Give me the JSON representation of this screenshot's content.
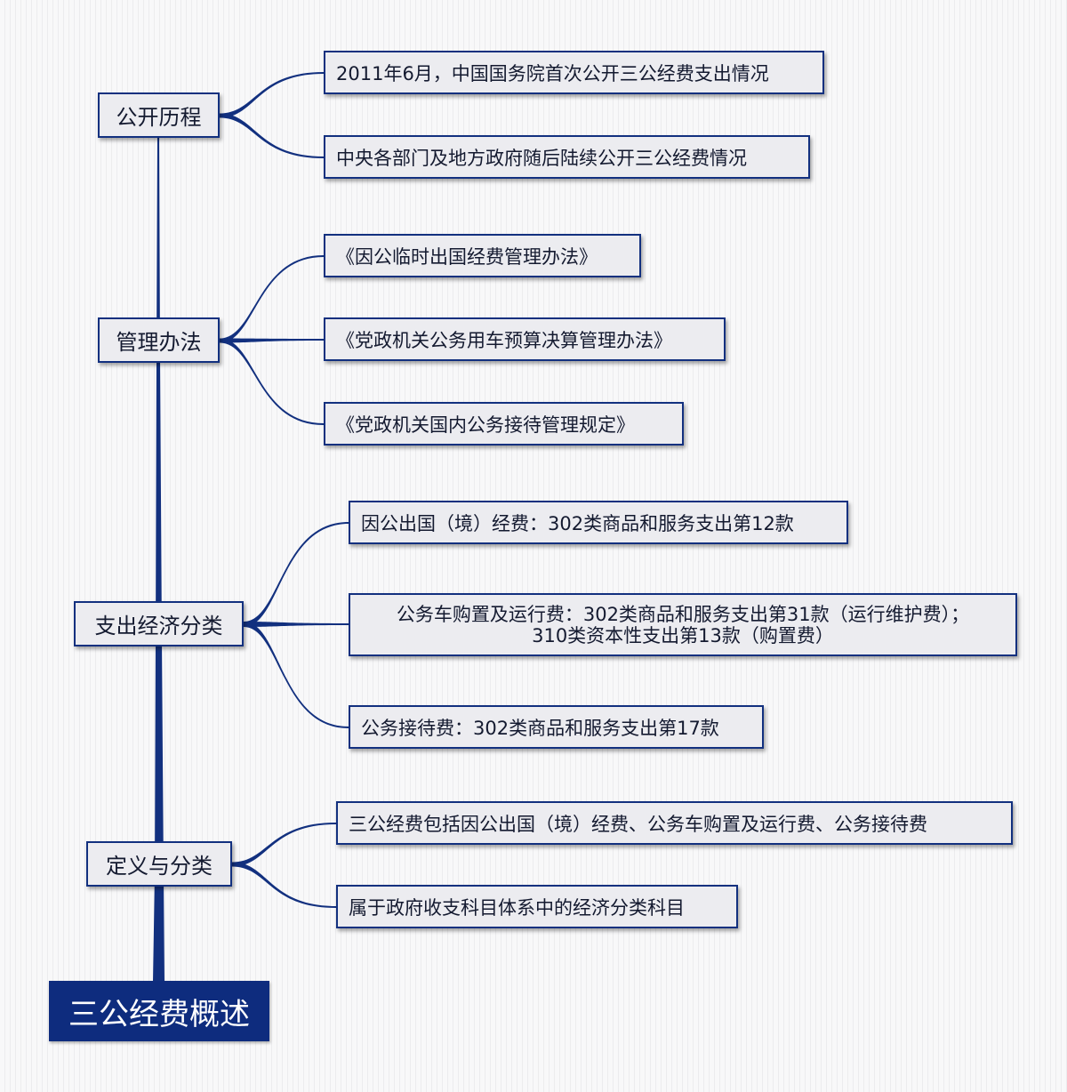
{
  "root": {
    "label": "三公经费概述"
  },
  "branches": [
    {
      "label": "公开历程",
      "children": [
        "2011年6月，中国国务院首次公开三公经费支出情况",
        "中央各部门及地方政府随后陆续公开三公经费情况"
      ]
    },
    {
      "label": "管理办法",
      "children": [
        "《因公临时出国经费管理办法》",
        "《党政机关公务用车预算决算管理办法》",
        "《党政机关国内公务接待管理规定》"
      ]
    },
    {
      "label": "支出经济分类",
      "children": [
        "因公出国（境）经费：302类商品和服务支出第12款",
        "公务车购置及运行费：302类商品和服务支出第31款（运行维护费）；",
        "310类资本性支出第13款（购置费）",
        "公务接待费：302类商品和服务支出第17款"
      ]
    },
    {
      "label": "定义与分类",
      "children": [
        "三公经费包括因公出国（境）经费、公务车购置及运行费、公务接待费",
        "属于政府收支科目体系中的经济分类科目"
      ]
    }
  ],
  "colors": {
    "line": "#12307f",
    "node_fill": "#ececf0",
    "root_fill": "#0e2c7e"
  }
}
